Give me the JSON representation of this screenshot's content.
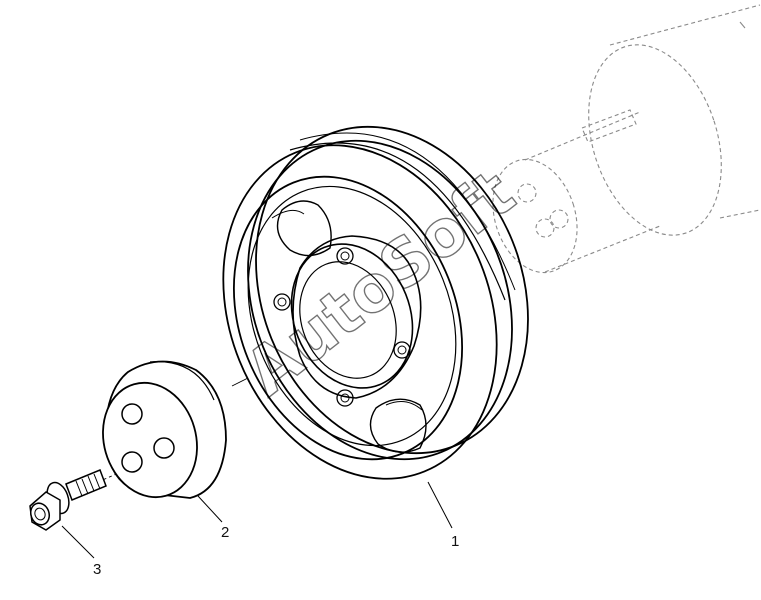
{
  "callouts": {
    "pulley": "1",
    "damper": "2",
    "bolt": "3"
  },
  "watermark": "AutoSoft",
  "colors": {
    "line": "#000000",
    "ghost": "#9a9a9a",
    "background": "#ffffff"
  }
}
